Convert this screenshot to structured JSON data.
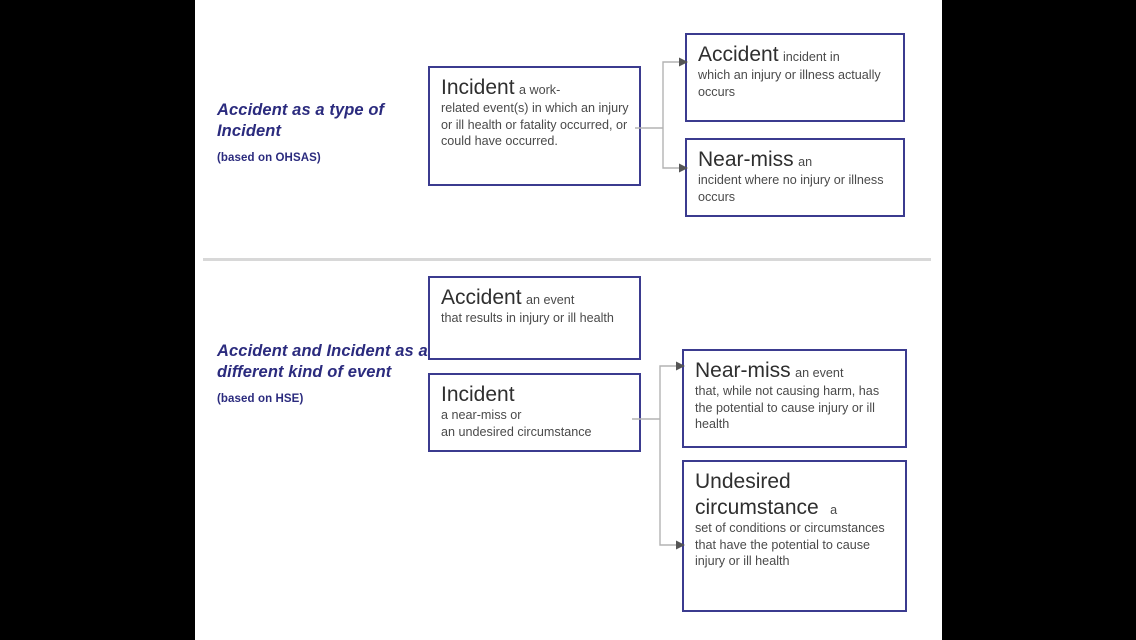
{
  "slide": {
    "divider": "horizontal-rule",
    "accent_color": "#3b3b8f",
    "heading_color": "#2b2b7e",
    "connector_color": "#b3b3b3",
    "background_color": "#ffffff",
    "letterbox_color": "#000000"
  },
  "sections": [
    {
      "id": "ohsas",
      "heading": "Accident as a type of Incident",
      "source_note": "(based on OHSAS)",
      "source_box": {
        "term": "Incident",
        "definition_inline": "a work-",
        "definition": "related event(s) in which an injury or ill health or fatality occurred, or could have occurred."
      },
      "result_boxes": [
        {
          "term": "Accident",
          "definition_inline": "incident in",
          "definition": "which an injury or illness actually occurs"
        },
        {
          "term": "Near-miss",
          "definition_inline": "an",
          "definition": "incident where no injury or illness occurs"
        }
      ]
    },
    {
      "id": "hse",
      "heading": "Accident and Incident as a different kind of event",
      "source_note": "(based on HSE)",
      "accident_box": {
        "term": "Accident",
        "definition_inline": "an event",
        "definition": "that results in injury or ill health"
      },
      "source_box": {
        "term": "Incident",
        "definition_line1": "a near-miss or",
        "definition_line2": "an undesired circumstance"
      },
      "result_boxes": [
        {
          "term": "Near-miss",
          "definition_inline": "an event",
          "definition": "that, while not causing harm, has the potential to cause injury or ill health"
        },
        {
          "term_line1": "Undesired",
          "term_line2": "circumstance",
          "definition_inline": "a",
          "definition": "set of conditions or circumstances that have the potential to cause injury or ill health"
        }
      ]
    }
  ]
}
